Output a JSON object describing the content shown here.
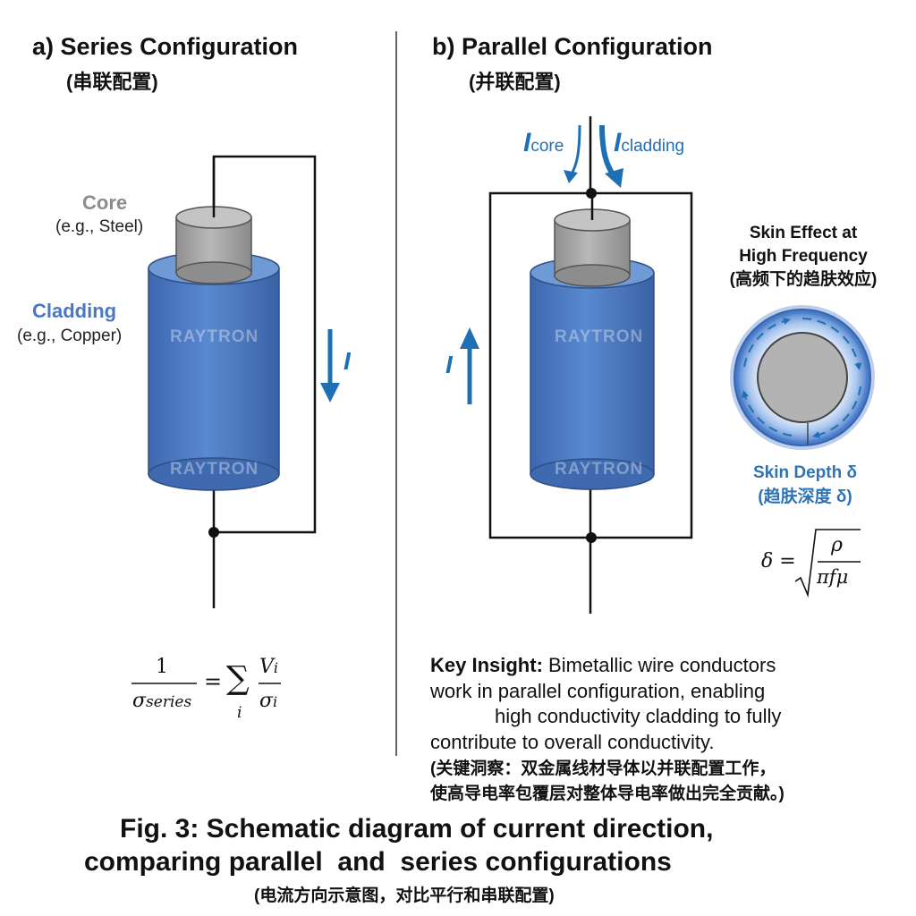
{
  "panel_a": {
    "title": "a) Series Configuration",
    "subtitle": "(串联配置)",
    "core_label": "Core",
    "core_example": "(e.g., Steel)",
    "cladding_label": "Cladding",
    "cladding_example": "(e.g., Copper)",
    "current_label": "I",
    "formula": {
      "lhs_num": "1",
      "lhs_den": "σ",
      "lhs_den_sub": "series",
      "eq": "=",
      "sum": "∑",
      "sum_index": "i",
      "rhs_num": "V",
      "rhs_num_sub": "i",
      "rhs_den": "σ",
      "rhs_den_sub": "i"
    }
  },
  "panel_b": {
    "title": "b) Parallel Configuration",
    "subtitle": "(并联配置)",
    "current_core_symbol": "I",
    "current_core_sub": "core",
    "current_cladding_symbol": "I",
    "current_cladding_sub": "cladding",
    "current_return_label": "I"
  },
  "skin_effect": {
    "title_line1": "Skin Effect at",
    "title_line2": "High Frequency",
    "title_cn": "(高频下的趋肤效应)",
    "depth_label": "Skin Depth δ",
    "depth_label_cn": "(趋肤深度 δ)",
    "formula": {
      "lhs": "δ =",
      "num": "ρ",
      "den": "πfμ"
    }
  },
  "key_insight": {
    "bold": "Key Insight:",
    "line1": " Bimetallic wire conductors",
    "line2": "work in parallel configuration, enabling",
    "line3": "high conductivity cladding to fully",
    "line4": "contribute to overall conductivity.",
    "cn_line1": "(关键洞察：双金属线材导体以并联配置工作，",
    "cn_line2": "使高导电率包覆层对整体导电率做出完全贡献。)"
  },
  "caption": {
    "line1": "Fig. 3: Schematic diagram of current direction,",
    "line2": "comparing parallel  and  series configurations",
    "line3": "(电流方向示意图，对比平行和串联配置)"
  },
  "watermark": "RAYTRON",
  "colors": {
    "blue": "#4a78c2",
    "blue_dark": "#3a64a8",
    "arrow_blue": "#1f6fb5",
    "label_blue": "#2e74b5",
    "gray": "#a9a9a9",
    "gray_label": "#8c8c8c"
  }
}
